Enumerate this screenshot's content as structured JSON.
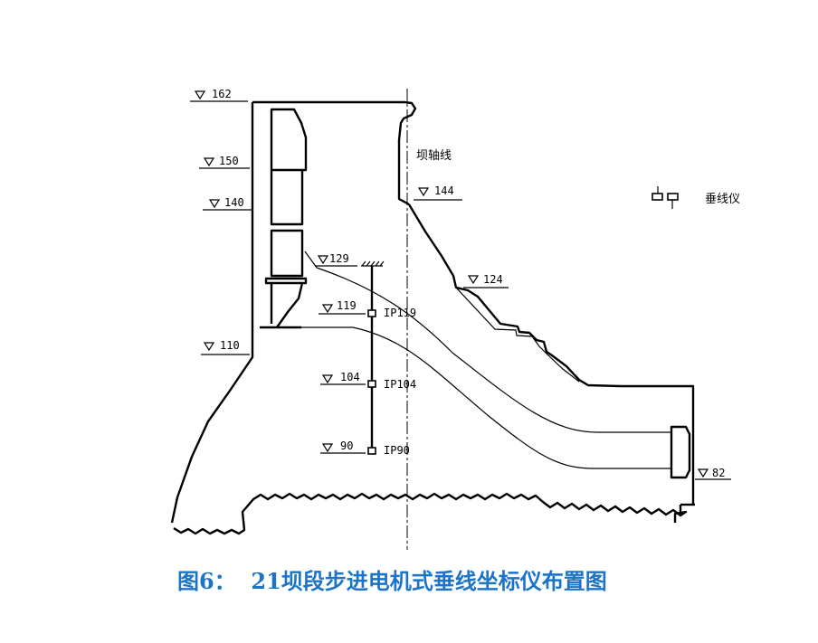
{
  "elevations": [
    {
      "id": "el-162",
      "text": "162"
    },
    {
      "id": "el-150",
      "text": "150"
    },
    {
      "id": "el-140",
      "text": "140"
    },
    {
      "id": "el-144",
      "text": "144"
    },
    {
      "id": "el-129",
      "text": "129"
    },
    {
      "id": "el-124",
      "text": "124"
    },
    {
      "id": "el-119",
      "text": "119"
    },
    {
      "id": "el-110",
      "text": "110"
    },
    {
      "id": "el-104",
      "text": "104"
    },
    {
      "id": "el-90",
      "text": "90"
    },
    {
      "id": "el-82",
      "text": "82"
    }
  ],
  "instruments": [
    {
      "id": "ip119",
      "text": "IP119"
    },
    {
      "id": "ip104",
      "text": "IP104"
    },
    {
      "id": "ip90",
      "text": "IP90"
    }
  ],
  "dam_axis_label": "坝轴线",
  "legend_label": "垂线仪",
  "caption": "图6：  21坝段步进电机式垂线坐标仪布置图",
  "caption_color": "#1b74c8"
}
